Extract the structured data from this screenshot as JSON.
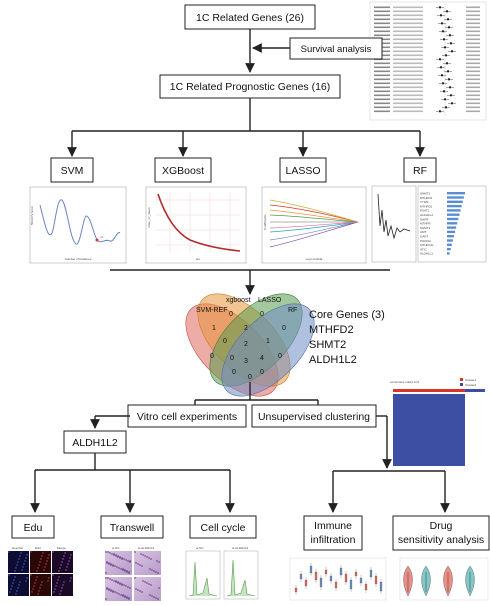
{
  "flow": {
    "top": "1C Related Genes (26)",
    "survival": "Survival analysis",
    "prognostic": "1C Related  Prognostic Genes (16)",
    "methods": [
      "SVM",
      "XGBoost",
      "LASSO",
      "RF"
    ],
    "vitro": "Vitro cell experiments",
    "unsup": "Unsupervised clustering",
    "gene": "ALDH1L2",
    "assays": [
      "Edu",
      "Transwell",
      "Cell cycle"
    ],
    "immune": [
      "Immune",
      "infiltration"
    ],
    "drug": [
      "Drug",
      "sensitivity analysis"
    ]
  },
  "venn": {
    "labels": [
      "SVM-REF",
      "xgboost",
      "LASSO",
      "RF"
    ],
    "colors": [
      "#e0685e",
      "#e8963a",
      "#5a9a4e",
      "#6f8cc4"
    ],
    "numbers": [
      {
        "v": "1",
        "pos": "svm-only"
      },
      {
        "v": "0",
        "pos": "xg-only-a"
      },
      {
        "v": "2",
        "pos": "xg-only-b"
      },
      {
        "v": "0",
        "pos": "lasso-only"
      },
      {
        "v": "0",
        "pos": "rf-only"
      },
      {
        "v": "0",
        "pos": "svm-xg"
      },
      {
        "v": "2",
        "pos": "xg-lasso"
      },
      {
        "v": "1",
        "pos": "lasso-rf"
      },
      {
        "v": "0",
        "pos": "svm-lasso"
      },
      {
        "v": "0",
        "pos": "xg-rf"
      },
      {
        "v": "3",
        "pos": "center"
      },
      {
        "v": "0",
        "pos": "left-mid"
      },
      {
        "v": "4",
        "pos": "right-mid"
      },
      {
        "v": "0",
        "pos": "bottom-a"
      },
      {
        "v": "0",
        "pos": "bottom-b"
      },
      {
        "v": "0",
        "pos": "bottom-c"
      }
    ]
  },
  "core_genes": {
    "title": "Core Genes (3)",
    "items": [
      "MTHFD2",
      "SHMT2"
    ],
    "highlight": "ALDH1L2",
    "highlight_color": "#d9342b"
  },
  "consensus": {
    "title": "consensus matrix k=2",
    "legend": [
      "Cluster1",
      "Cluster2"
    ],
    "colors": [
      "#d9342b",
      "#3c4fa3"
    ]
  },
  "svm_plot": {
    "ylabel": "5fold CV Error",
    "xlabel": "Number of Features"
  },
  "xgb_plot": {
    "ylabel": "rmse_cv_mean",
    "xlabel": "iter"
  },
  "lasso_plot": {
    "ylabel": "Coefficients",
    "xlabel": "Log Lambda"
  },
  "rf_genes": [
    "SHMT2",
    "MTHFD2",
    "TYMS",
    "MTHFD1",
    "PSAT1",
    "ALDH1L2",
    "DHFR",
    "MTHFR",
    "SHMT1",
    "AMT",
    "GART",
    "PHGDH",
    "MTHFD1L",
    "ATIC",
    "ALDH1L1"
  ],
  "forest_rows": 27,
  "edu_labels": [
    "Hoechst",
    "EdU",
    "Merge"
  ],
  "transwell_labels": [
    "si-NC",
    "si-ALDH1L2"
  ],
  "cycle_labels": [
    "si-NC",
    "si-ALDH1L2"
  ]
}
